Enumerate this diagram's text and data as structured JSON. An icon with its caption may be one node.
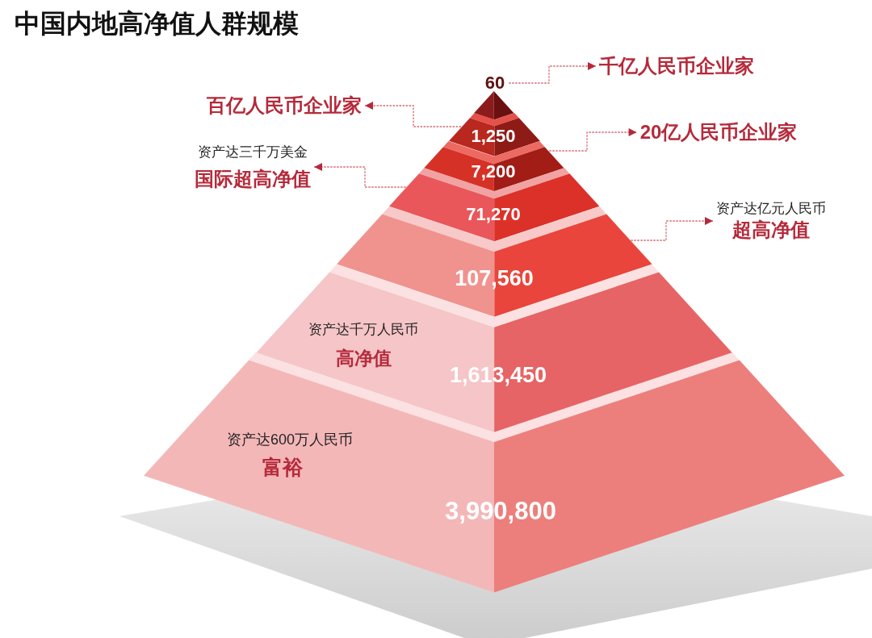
{
  "diagram": {
    "title": "中国内地高净值人群规模",
    "nodes": [
      {
        "text": [
          "60"
        ]
      },
      {
        "text": [
          "千亿人民币企业家"
        ]
      },
      {
        "text": [
          "百亿人民币企业家"
        ]
      },
      {
        "text": [
          "1,250"
        ]
      },
      {
        "text": [
          "20亿人民币企业家"
        ]
      },
      {
        "text": [
          "资产达三千万美金",
          "国际超高净值"
        ]
      },
      {
        "text": [
          "7,200"
        ]
      },
      {
        "text": [
          "71,270"
        ]
      },
      {
        "text": [
          "资产达亿元人民币",
          "超高净值"
        ]
      },
      {
        "text": [
          "107,560"
        ]
      },
      {
        "text": [
          "资产达千万人民币",
          "高净值",
          "1,613,450"
        ]
      },
      {
        "text": [
          "资产达600万人民币",
          "富裕",
          "3,990,800"
        ]
      }
    ],
    "edges": [
      {
        "from": 0,
        "to": 1,
        "arrow": "to",
        "style": "dashed"
      },
      {
        "from": 3,
        "to": 2,
        "arrow": "to",
        "style": "dashed"
      },
      {
        "from": 6,
        "to": 4,
        "arrow": "to",
        "style": "dashed"
      },
      {
        "from": 7,
        "to": 5,
        "arrow": "to",
        "style": "dashed"
      },
      {
        "from": 9,
        "to": 8,
        "arrow": "to",
        "style": "dashed"
      }
    ]
  }
}
